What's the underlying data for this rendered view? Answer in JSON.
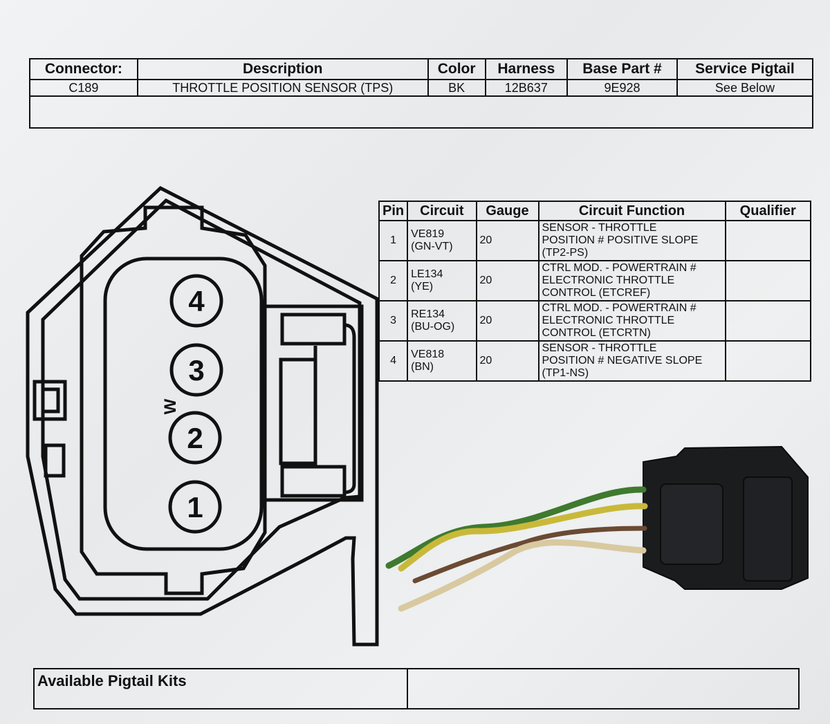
{
  "connector_table": {
    "headers": [
      "Connector:",
      "Description",
      "Color",
      "Harness",
      "Base Part #",
      "Service Pigtail"
    ],
    "row": [
      "C189",
      "THROTTLE POSITION SENSOR (TPS)",
      "BK",
      "12B637",
      "9E928",
      "See Below"
    ]
  },
  "pin_table": {
    "headers": [
      "Pin",
      "Circuit",
      "Gauge",
      "Circuit Function",
      "Qualifier"
    ],
    "rows": [
      {
        "pin": "1",
        "circuit": "VE819\n(GN-VT)",
        "gauge": "20",
        "function": "SENSOR - THROTTLE\nPOSITION # POSITIVE SLOPE\n(TP2-PS)",
        "qualifier": ""
      },
      {
        "pin": "2",
        "circuit": "LE134\n(YE)",
        "gauge": "20",
        "function": "CTRL MOD. - POWERTRAIN #\nELECTRONIC THROTTLE\nCONTROL (ETCREF)",
        "qualifier": ""
      },
      {
        "pin": "3",
        "circuit": "RE134\n(BU-OG)",
        "gauge": "20",
        "function": "CTRL MOD. - POWERTRAIN #\nELECTRONIC THROTTLE\nCONTROL (ETCRTN)",
        "qualifier": ""
      },
      {
        "pin": "4",
        "circuit": "VE818\n(BN)",
        "gauge": "20",
        "function": "SENSOR - THROTTLE\nPOSITION # NEGATIVE SLOPE\n(TP1-NS)",
        "qualifier": ""
      }
    ]
  },
  "connector_diagram": {
    "pins": [
      "1",
      "2",
      "3",
      "4"
    ],
    "marker": "W"
  },
  "kits": {
    "title": "Available Pigtail Kits"
  },
  "photo": {
    "wire_colors": [
      "#3f7a2f",
      "#c9b93a",
      "#6b4a33",
      "#d9c9a0"
    ],
    "connector_color": "#1b1c1e"
  }
}
